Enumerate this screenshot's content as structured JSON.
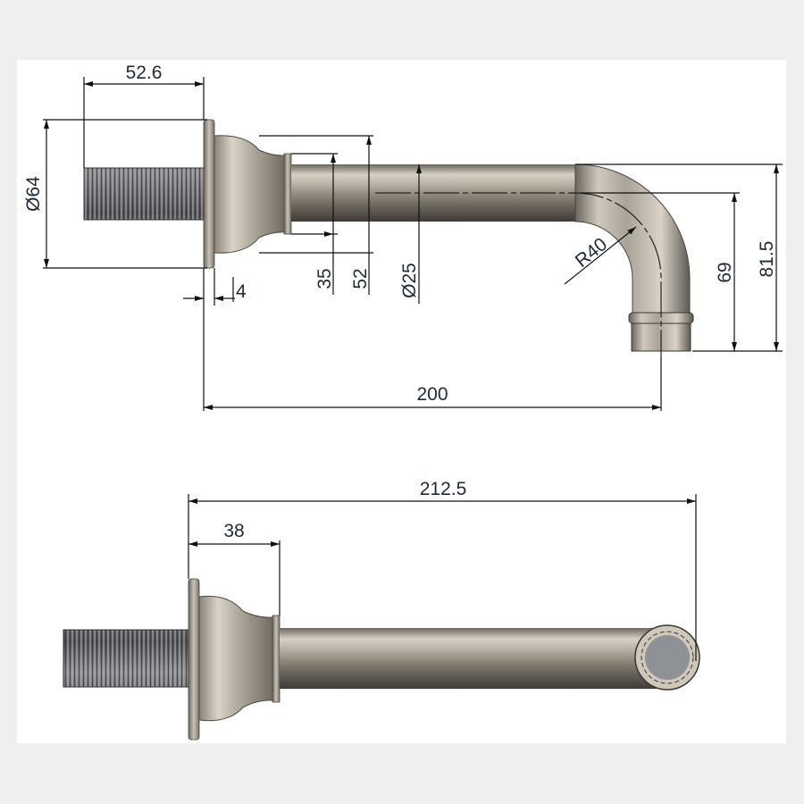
{
  "drawing": {
    "subject": "Wall-mounted bath spout with threaded inlet, flange and bent outlet pipe",
    "colors": {
      "background": "#efefef",
      "sheet": "#ffffff",
      "line": "#111111",
      "dimension_text": "#1e2a38",
      "metal_light": "#d8d2c6",
      "metal_mid": "#a39c90",
      "metal_dark": "#5c5750",
      "thread": "#6f6f72",
      "outlet_face": "#8e9196"
    },
    "side_view": {
      "dimensions": {
        "thread_length": "52.6",
        "flange_diameter": "Ø64",
        "flange_thickness": "4",
        "collar_small": "35",
        "collar_large": "52",
        "pipe_diameter": "Ø25",
        "bend_radius": "R40",
        "drop_inner": "69",
        "drop_outer": "81.5",
        "projection": "200"
      }
    },
    "top_view": {
      "dimensions": {
        "total_length": "212.5",
        "body_length": "38"
      }
    }
  }
}
